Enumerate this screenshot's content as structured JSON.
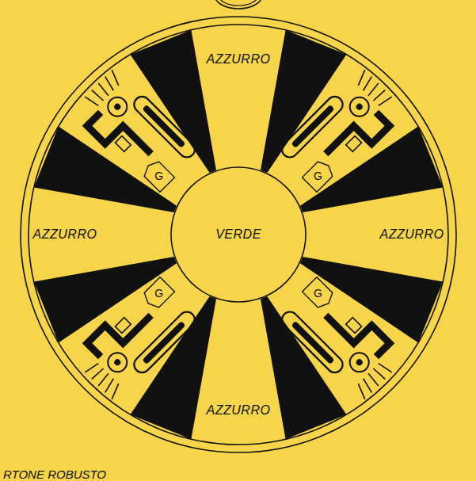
{
  "diagram": {
    "nodes": [
      {
        "text": [
          "AZZURRO"
        ]
      },
      {
        "text": [
          "AZZURRO"
        ]
      },
      {
        "text": [
          "VERDE"
        ]
      },
      {
        "text": [
          "AZZURRO"
        ]
      },
      {
        "text": [
          "AZZURRO"
        ]
      }
    ],
    "labels": [
      "G",
      "G",
      "G",
      "G",
      "RTONE ROBUSTO"
    ]
  }
}
